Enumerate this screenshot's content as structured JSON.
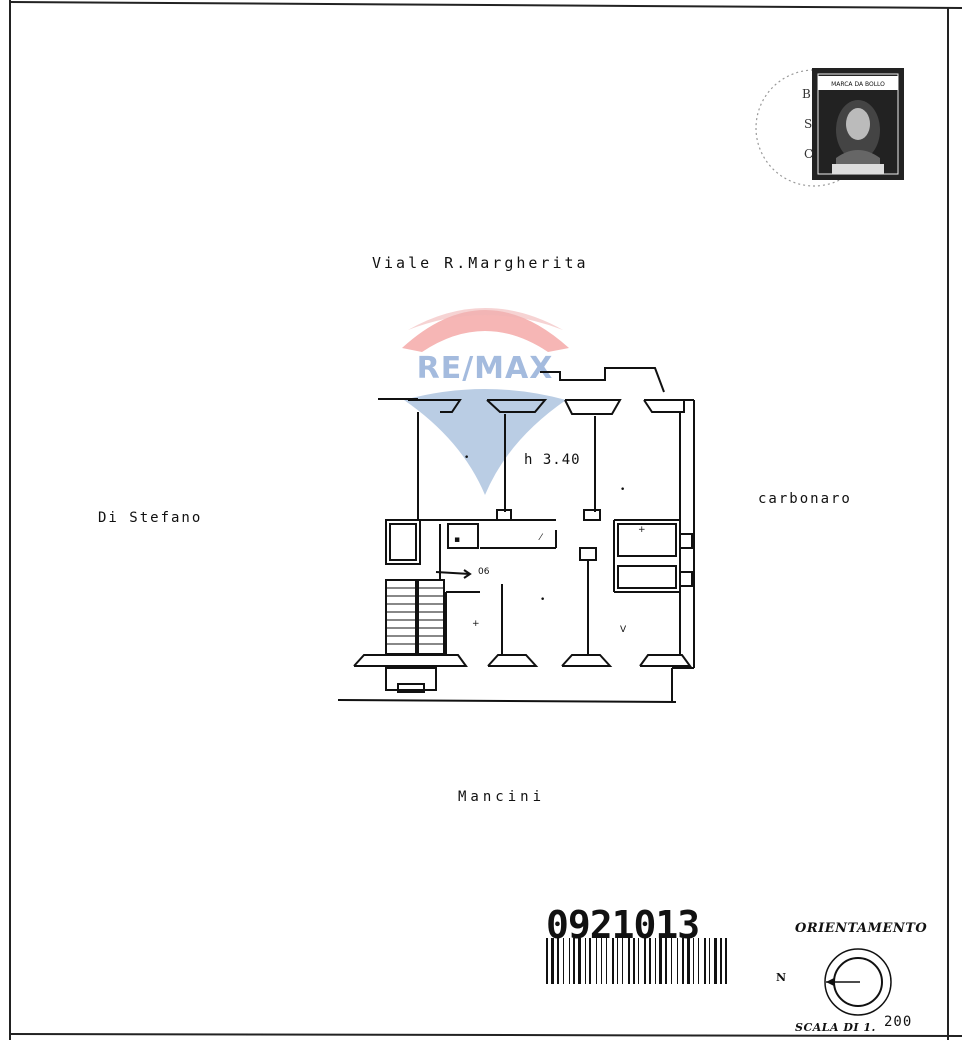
{
  "streets": {
    "north": "Viale  R.Margherita",
    "west": "Di  Stefano",
    "east": "carbonaro",
    "south": "Mancini"
  },
  "room_height": "h 3.40",
  "document_number": "0921013",
  "orientation": {
    "title": "ORIENTAMENTO",
    "north_label": "N"
  },
  "scale": {
    "label": "SCALA DI 1.",
    "value": "200"
  },
  "watermark": {
    "brand": "RE/MAX",
    "colors": {
      "red": "#e5403f",
      "blue": "#1c5aa8"
    }
  },
  "stamp": {
    "text": "MARCA DA BOLLO"
  }
}
